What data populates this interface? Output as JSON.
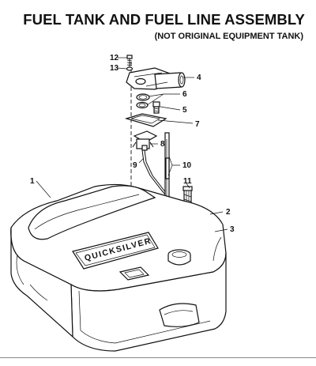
{
  "heading": {
    "title": "FUEL TANK AND FUEL LINE ASSEMBLY",
    "subtitle": "(NOT ORIGINAL EQUIPMENT TANK)"
  },
  "tank_logo_text": "QUICKSILVER",
  "callouts": [
    "1",
    "2",
    "3",
    "4",
    "5",
    "6",
    "7",
    "8",
    "9",
    "10",
    "11",
    "12",
    "13"
  ]
}
